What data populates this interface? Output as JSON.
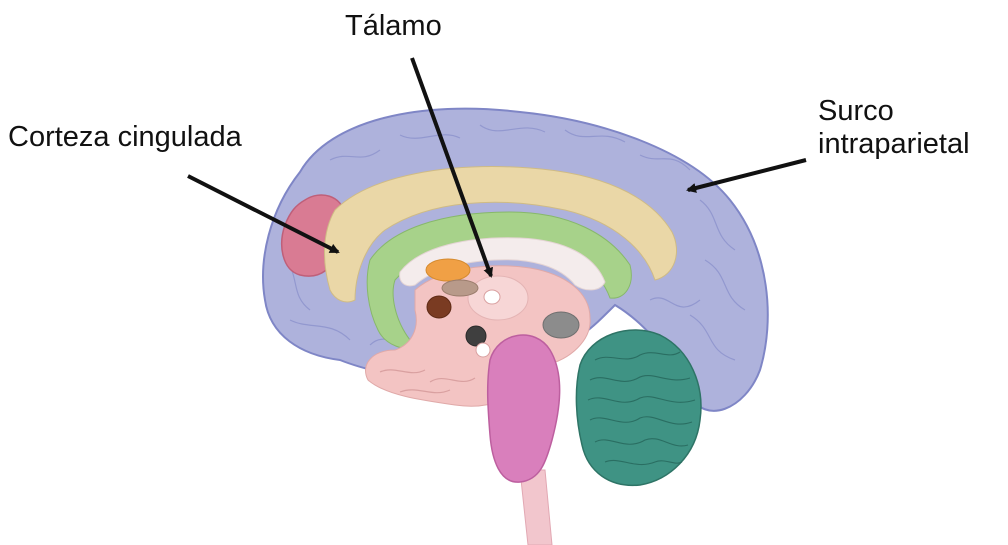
{
  "labels": {
    "thalamus": "Tálamo",
    "cingulate": "Corteza cingulada",
    "sulcus_line1": "Surco",
    "sulcus_line2": "intraparietal"
  },
  "colors": {
    "cortex": "#aeb2dc",
    "cortex_outline": "#7f86c6",
    "prefrontal": "#d97b93",
    "cingulate": "#ead7a7",
    "limbic": "#a7d28a",
    "ventricle": "#f4ecec",
    "diencephalon": "#f3c4c3",
    "brainstem": "#d97fbc",
    "cerebellum": "#3f9384",
    "orange_nucleus": "#f0a045",
    "brown_nucleus": "#7a3b22",
    "grey_nucleus": "#8c8c8c",
    "arrow": "#111111"
  }
}
